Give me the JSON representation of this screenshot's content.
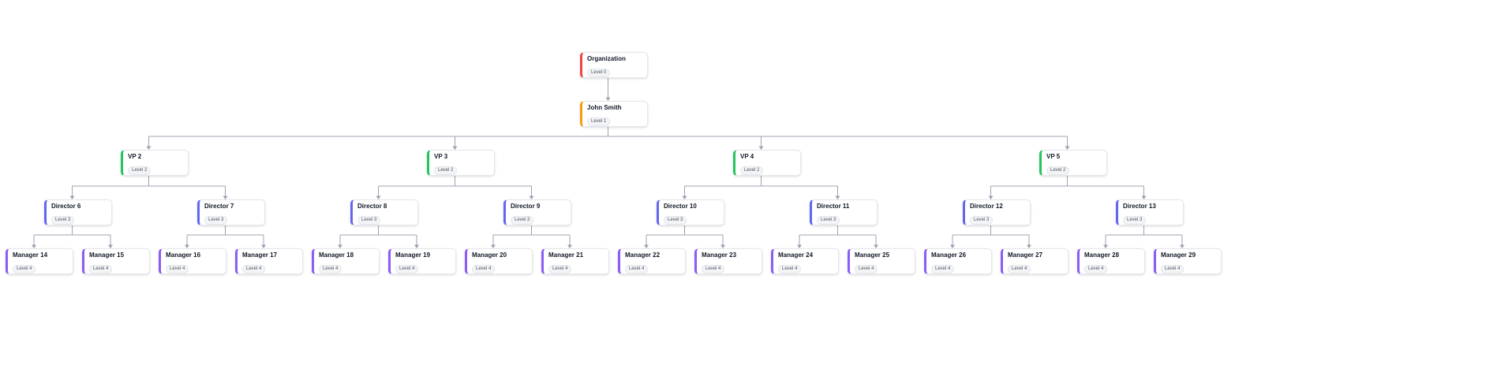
{
  "diagram": {
    "type": "org_chart",
    "connector_color": "#9ca3af",
    "levels": [
      {
        "level": 0,
        "accent_color": "#ef4444",
        "badge": "Level 0"
      },
      {
        "level": 1,
        "accent_color": "#f59e0b",
        "badge": "Level 1"
      },
      {
        "level": 2,
        "accent_color": "#22c55e",
        "badge": "Level 2"
      },
      {
        "level": 3,
        "accent_color": "#6366f1",
        "badge": "Level 3"
      },
      {
        "level": 4,
        "accent_color": "#8b5cf6",
        "badge": "Level 4"
      }
    ],
    "nodes": [
      {
        "id": "organization",
        "label": "Organization",
        "level": 0,
        "badge": "Level 0",
        "parent": null
      },
      {
        "id": "john-smith",
        "label": "John Smith",
        "level": 1,
        "badge": "Level 1",
        "parent": "organization"
      },
      {
        "id": "vp-2",
        "label": "VP 2",
        "level": 2,
        "badge": "Level 2",
        "parent": "john-smith"
      },
      {
        "id": "vp-3",
        "label": "VP 3",
        "level": 2,
        "badge": "Level 2",
        "parent": "john-smith"
      },
      {
        "id": "vp-4",
        "label": "VP 4",
        "level": 2,
        "badge": "Level 2",
        "parent": "john-smith"
      },
      {
        "id": "vp-5",
        "label": "VP 5",
        "level": 2,
        "badge": "Level 2",
        "parent": "john-smith"
      },
      {
        "id": "director-6",
        "label": "Director 6",
        "level": 3,
        "badge": "Level 3",
        "parent": "vp-2"
      },
      {
        "id": "director-7",
        "label": "Director 7",
        "level": 3,
        "badge": "Level 3",
        "parent": "vp-2"
      },
      {
        "id": "director-8",
        "label": "Director 8",
        "level": 3,
        "badge": "Level 3",
        "parent": "vp-3"
      },
      {
        "id": "director-9",
        "label": "Director 9",
        "level": 3,
        "badge": "Level 3",
        "parent": "vp-3"
      },
      {
        "id": "director-10",
        "label": "Director 10",
        "level": 3,
        "badge": "Level 3",
        "parent": "vp-4"
      },
      {
        "id": "director-11",
        "label": "Director 11",
        "level": 3,
        "badge": "Level 3",
        "parent": "vp-4"
      },
      {
        "id": "director-12",
        "label": "Director 12",
        "level": 3,
        "badge": "Level 3",
        "parent": "vp-5"
      },
      {
        "id": "director-13",
        "label": "Director 13",
        "level": 3,
        "badge": "Level 3",
        "parent": "vp-5"
      },
      {
        "id": "manager-14",
        "label": "Manager 14",
        "level": 4,
        "badge": "Level 4",
        "parent": "director-6"
      },
      {
        "id": "manager-15",
        "label": "Manager 15",
        "level": 4,
        "badge": "Level 4",
        "parent": "director-6"
      },
      {
        "id": "manager-16",
        "label": "Manager 16",
        "level": 4,
        "badge": "Level 4",
        "parent": "director-7"
      },
      {
        "id": "manager-17",
        "label": "Manager 17",
        "level": 4,
        "badge": "Level 4",
        "parent": "director-7"
      },
      {
        "id": "manager-18",
        "label": "Manager 18",
        "level": 4,
        "badge": "Level 4",
        "parent": "director-8"
      },
      {
        "id": "manager-19",
        "label": "Manager 19",
        "level": 4,
        "badge": "Level 4",
        "parent": "director-8"
      },
      {
        "id": "manager-20",
        "label": "Manager 20",
        "level": 4,
        "badge": "Level 4",
        "parent": "director-9"
      },
      {
        "id": "manager-21",
        "label": "Manager 21",
        "level": 4,
        "badge": "Level 4",
        "parent": "director-9"
      },
      {
        "id": "manager-22",
        "label": "Manager 22",
        "level": 4,
        "badge": "Level 4",
        "parent": "director-10"
      },
      {
        "id": "manager-23",
        "label": "Manager 23",
        "level": 4,
        "badge": "Level 4",
        "parent": "director-10"
      },
      {
        "id": "manager-24",
        "label": "Manager 24",
        "level": 4,
        "badge": "Level 4",
        "parent": "director-11"
      },
      {
        "id": "manager-25",
        "label": "Manager 25",
        "level": 4,
        "badge": "Level 4",
        "parent": "director-11"
      },
      {
        "id": "manager-26",
        "label": "Manager 26",
        "level": 4,
        "badge": "Level 4",
        "parent": "director-12"
      },
      {
        "id": "manager-27",
        "label": "Manager 27",
        "level": 4,
        "badge": "Level 4",
        "parent": "director-12"
      },
      {
        "id": "manager-28",
        "label": "Manager 28",
        "level": 4,
        "badge": "Level 4",
        "parent": "director-13"
      },
      {
        "id": "manager-29",
        "label": "Manager 29",
        "level": 4,
        "badge": "Level 4",
        "parent": "director-13"
      }
    ]
  }
}
